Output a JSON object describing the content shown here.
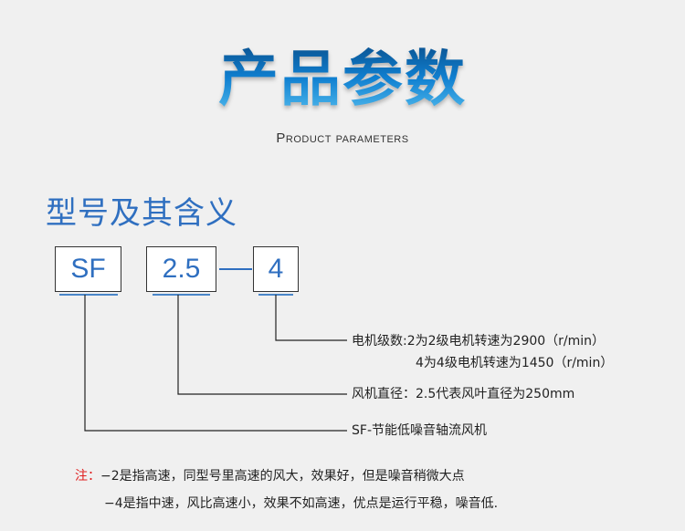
{
  "header": {
    "title": "产品参数",
    "subtitle": "Product parameters"
  },
  "model": {
    "heading": "型号及其含义",
    "codes": {
      "series": "SF",
      "diameter": "2.5",
      "separator": "—",
      "poles": "4"
    },
    "descriptions": {
      "poles_line1": "电机级数:2为2级电机转速为2900（r/min）",
      "poles_line2": "4为4级电机转速为1450（r/min）",
      "diameter": "风机直径：2.5代表风叶直径为250mm",
      "series": "SF-节能低噪音轴流风机"
    }
  },
  "notes": {
    "label": "注：",
    "line1": "−2是指高速，同型号里高速的风大，效果好，但是噪音稍微大点",
    "line2": "−4是指中速，风比高速小，效果不如高速，优点是运行平稳，噪音低."
  },
  "colors": {
    "accent_blue": "#2f6fc0",
    "note_red": "#e02020",
    "background": "#f0f0f0"
  }
}
